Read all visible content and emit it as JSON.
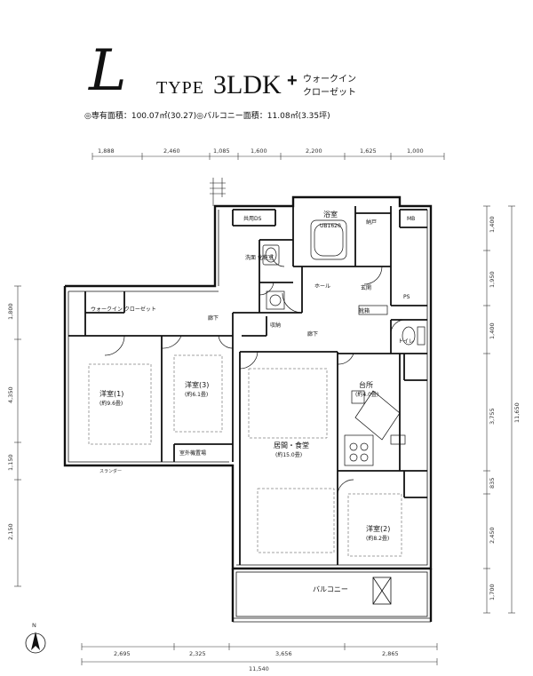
{
  "header": {
    "type_letter": "L",
    "type_word": "TYPE",
    "plan": "3LDK",
    "plus": "+",
    "extra_line1": "ウォークイン",
    "extra_line2": "クローゼット",
    "area_text": "◎専有面積：100.07㎡(30.27)◎バルコニー面積：11.08㎡(3.35坪)"
  },
  "dimensions": {
    "top": [
      "1,888",
      "2,460",
      "1,085",
      "1,600",
      "2,200",
      "1,625",
      "1,000"
    ],
    "bottom_segments": [
      "2,695",
      "2,325",
      "3,656",
      "2,865"
    ],
    "bottom_total": "11,540",
    "left": [
      "1,800",
      "4,350",
      "1,150",
      "2,150"
    ],
    "right": [
      "1,400",
      "1,950",
      "1,400",
      "3,755",
      "835",
      "2,450",
      "1,700"
    ],
    "right_total": "11,650"
  },
  "rooms": {
    "western1_name": "洋室(1)",
    "western1_size": "(約9.6畳)",
    "western3_name": "洋室(3)",
    "western3_size": "(約6.1畳)",
    "western2_name": "洋室(2)",
    "western2_size": "(約8.2畳)",
    "living_name": "居間・食堂",
    "living_size": "(約15.0畳)",
    "kitchen_name": "台所",
    "kitchen_size": "(約4.0畳)",
    "bath_name": "浴室",
    "bath_size": "UB1620",
    "washroom": "洗面 化粧室",
    "hall": "ホール",
    "entrance": "玄関",
    "corridor1": "廊下",
    "corridor2": "廊下",
    "toilet": "トイレ",
    "balcony": "バルコニー",
    "wic": "ウォークイン クローゼット",
    "storage": "納戸",
    "shoebox": "靴箱",
    "storage2": "収納",
    "outdoor_unit": "室外機置場",
    "mb": "MB",
    "ps": "PS",
    "veranda_note": "スランダー",
    "ds": "共用DS",
    "north": "N"
  }
}
